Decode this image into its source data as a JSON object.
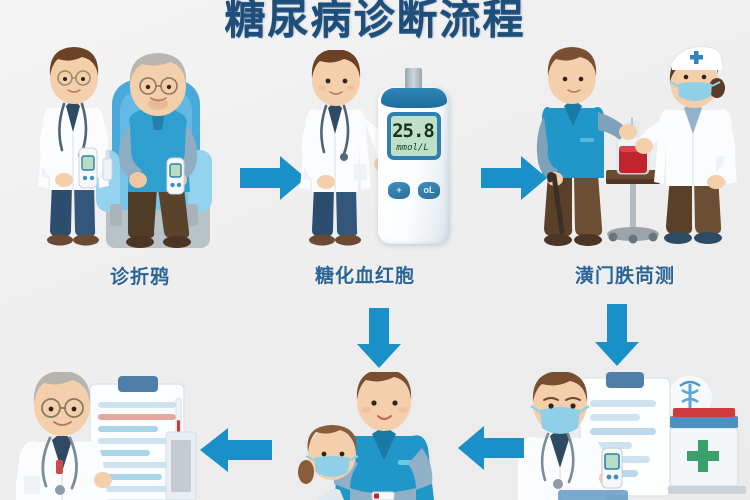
{
  "poster": {
    "title": "糖尿病诊断流程",
    "background_color": "#f0f0f0",
    "title_color": "#1f4e79",
    "accent_color": "#1a8fc8"
  },
  "steps": [
    {
      "id": "step-1",
      "label": "诊折鸦",
      "scene": "doctor-with-elderly-patient",
      "position": "top-left",
      "characters": [
        "doctor-white-coat",
        "elderly-patient-armchair"
      ],
      "props": [
        "glucose-meter",
        "lancet",
        "stethoscope",
        "blue-armchair"
      ]
    },
    {
      "id": "step-2",
      "label": "糖化血红胞",
      "scene": "doctor-with-large-glucose-meter",
      "position": "top-center",
      "characters": [
        "doctor-white-coat"
      ],
      "props": [
        "large-glucose-meter",
        "test-strip",
        "stethoscope"
      ]
    },
    {
      "id": "step-3",
      "label": "潢门胅苘测",
      "scene": "nurse-blood-collection",
      "position": "top-right",
      "characters": [
        "patient-blue-shirt",
        "nurse-cap-mask"
      ],
      "props": [
        "blood-collection-bag",
        "rolling-stand"
      ]
    },
    {
      "id": "step-4",
      "label": "",
      "scene": "masked-doctor-with-meter-and-chart",
      "position": "bottom-right",
      "characters": [
        "doctor-masked"
      ],
      "props": [
        "glucose-meter",
        "clipboard-chart",
        "medicine-cabinet",
        "green-cross",
        "caduceus"
      ]
    },
    {
      "id": "step-5",
      "label": "",
      "scene": "nurse-with-child-patient",
      "position": "bottom-center",
      "characters": [
        "nurse-blue-scrubs",
        "child-patient-masked"
      ],
      "props": [
        "test-strip"
      ]
    },
    {
      "id": "step-6",
      "label": "",
      "scene": "senior-doctor-reviewing-chart",
      "position": "bottom-left",
      "characters": [
        "senior-doctor-glasses"
      ],
      "props": [
        "clipboard-chart",
        "stethoscope",
        "thermometer",
        "pen"
      ]
    }
  ],
  "meter": {
    "reading": "25.8",
    "unit": "mmol/L",
    "button_plus": "+",
    "button_ol": "oL",
    "screen_color": "#bfe0c8",
    "bezel_color": "#2d80b0"
  },
  "arrows": [
    {
      "id": "arrow-1",
      "direction": "right",
      "from": "step-1",
      "to": "step-2",
      "color": "#1a8fc8"
    },
    {
      "id": "arrow-2",
      "direction": "right",
      "from": "step-2",
      "to": "step-3",
      "color": "#1a8fc8"
    },
    {
      "id": "arrow-3",
      "direction": "down",
      "from": "step-3",
      "to": "step-4",
      "color": "#1a8fc8"
    },
    {
      "id": "arrow-4",
      "direction": "left",
      "from": "step-4",
      "to": "step-5",
      "color": "#1a8fc8"
    },
    {
      "id": "arrow-5",
      "direction": "left",
      "from": "step-5",
      "to": "step-6",
      "color": "#1a8fc8"
    },
    {
      "id": "arrow-6",
      "direction": "down",
      "from": "step-2",
      "to": "step-5",
      "color": "#1a8fc8"
    }
  ]
}
